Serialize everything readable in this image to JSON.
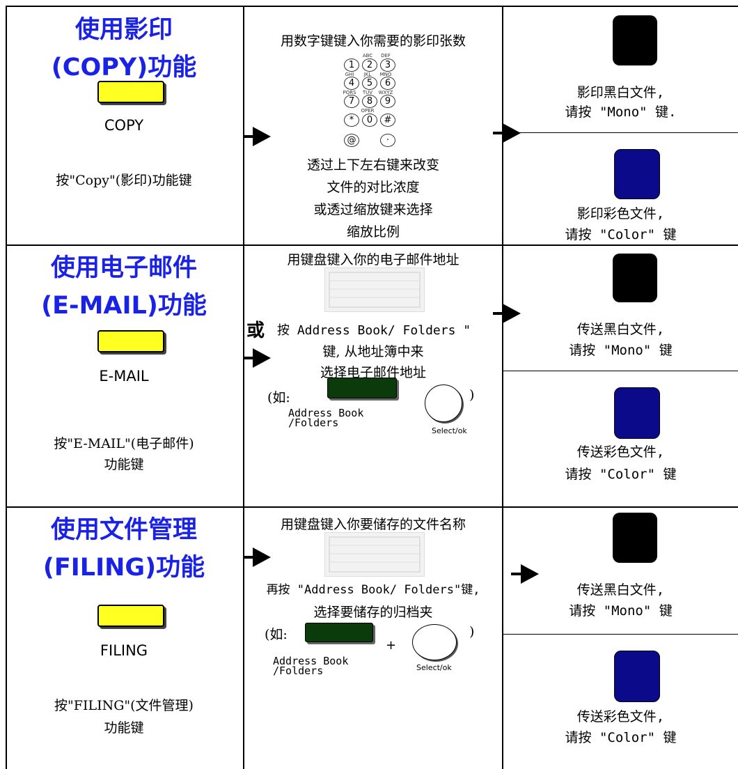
{
  "rows": [
    {
      "title_line1": "使用影印",
      "title_line2": "(COPY)功能",
      "button_label": "COPY",
      "instruction": "按\"Copy\"(影印)功能键",
      "middle": {
        "line1": "用数字键键入你需要的影印张数",
        "keypad": {
          "keys": [
            "1",
            "2",
            "3",
            "4",
            "5",
            "6",
            "7",
            "8",
            "9",
            "*",
            "0",
            "#",
            "@",
            "·"
          ],
          "letters": [
            "ABC",
            "DEF",
            "GHI",
            "JKL",
            "MNO",
            "PQRS",
            "TUV",
            "WXYZ",
            "OPER"
          ]
        },
        "line2": "透过上下左右键来改变",
        "line3": "文件的对比浓度",
        "line4": "或透过缩放键来选择",
        "line5": "缩放比例"
      },
      "right_top": {
        "line1": "影印黑白文件,",
        "line2": "请按 \"Mono\" 键."
      },
      "right_bottom": {
        "line1": "影印彩色文件,",
        "line2": "请按 \"Color\" 键"
      }
    },
    {
      "title_line1": "使用电子邮件",
      "title_line2": "(E-MAIL)功能",
      "button_label": "E-MAIL",
      "instruction_line1": "按\"E-MAIL\"(电子邮件)",
      "instruction_line2": "功能键",
      "middle": {
        "line1": "用键盘键入你的电子邮件地址",
        "or": "或",
        "line2": "按 Address Book/ Folders \"",
        "line3": "键, 从地址簿中来",
        "line4": "选择电子邮件地址",
        "example_open": "(如:",
        "example_close": ")",
        "address_label_1": "Address Book",
        "address_label_2": "/Folders",
        "select_label": "Select/ok"
      },
      "right_top": {
        "line1": "传送黑白文件,",
        "line2": "请按 \"Mono\" 键"
      },
      "right_bottom": {
        "line1": "传送彩色文件,",
        "line2": "请按 \"Color\" 键"
      }
    },
    {
      "title_line1": "使用文件管理",
      "title_line2": "(FILING)功能",
      "button_label": "FILING",
      "instruction_line1": "按\"FILING\"(文件管理)",
      "instruction_line2": "功能键",
      "middle": {
        "line1": "用键盘键入你要储存的文件名称",
        "line2": "再按 \"Address Book/ Folders\"键,",
        "line3": "选择要储存的归档夹",
        "example_open": "(如:",
        "example_close": ")",
        "plus": "+",
        "address_label_1": "Address Book",
        "address_label_2": "/Folders",
        "select_label": "Select/ok"
      },
      "right_top": {
        "line1": "传送黑白文件,",
        "line2": "请按 \"Mono\" 键"
      },
      "right_bottom": {
        "line1": "传送彩色文件,",
        "line2": "请按 \"Color\" 键"
      }
    }
  ],
  "colors": {
    "title_blue": "#1a22e6",
    "button_yellow": "#ffff22",
    "mono_key": "#000000",
    "color_key": "#0a0a8a",
    "address_key": "#0b3a0b"
  }
}
